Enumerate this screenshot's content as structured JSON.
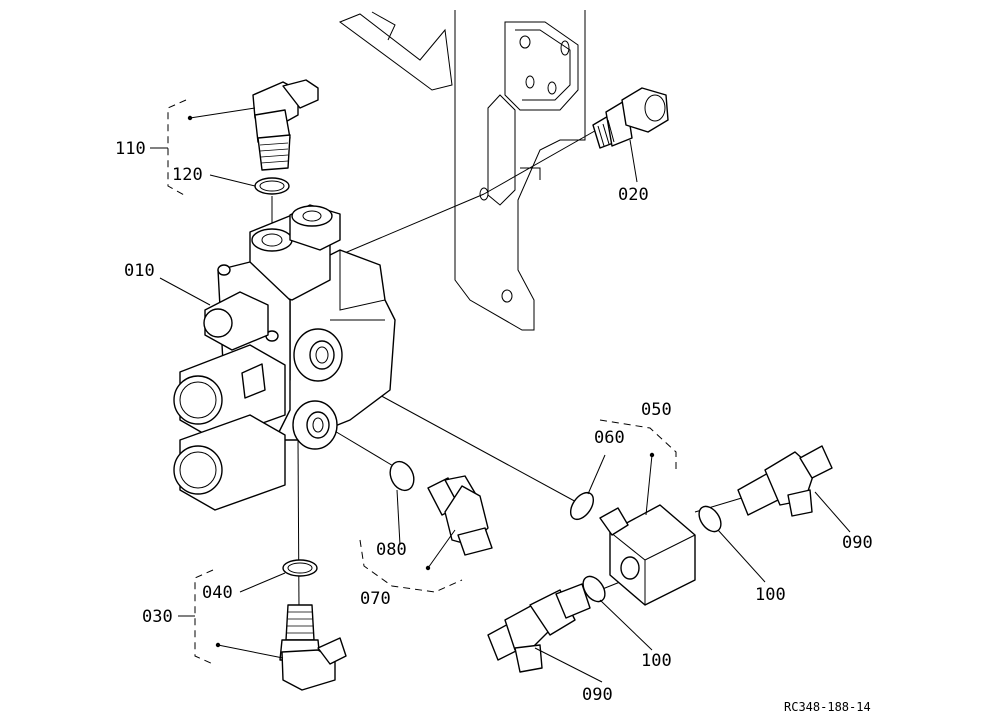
{
  "diagram": {
    "drawing_code": "RC348-188-14",
    "callouts": [
      {
        "id": "c010",
        "text": "010"
      },
      {
        "id": "c020",
        "text": "020"
      },
      {
        "id": "c030",
        "text": "030"
      },
      {
        "id": "c040",
        "text": "040"
      },
      {
        "id": "c050",
        "text": "050"
      },
      {
        "id": "c060",
        "text": "060"
      },
      {
        "id": "c070",
        "text": "070"
      },
      {
        "id": "c080",
        "text": "080"
      },
      {
        "id": "c090a",
        "text": "090"
      },
      {
        "id": "c090b",
        "text": "090"
      },
      {
        "id": "c100a",
        "text": "100"
      },
      {
        "id": "c100b",
        "text": "100"
      },
      {
        "id": "c110",
        "text": "110"
      },
      {
        "id": "c120",
        "text": "120"
      }
    ]
  }
}
